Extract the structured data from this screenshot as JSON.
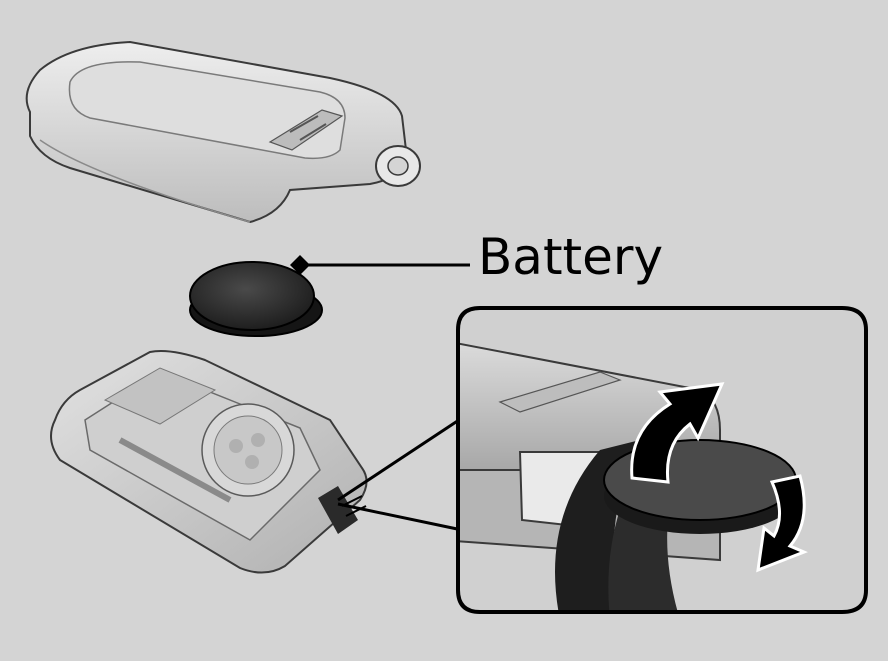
{
  "callout": {
    "label": "Battery"
  },
  "colors": {
    "background": "#d4d4d4",
    "body_light": "#e6e6e6",
    "body_mid": "#c4c4c4",
    "body_dark": "#9a9a9a",
    "outline": "#3a3a3a",
    "battery": "#2a2a2a",
    "arrow": "#000000",
    "inset_fill": "#d0d0d0"
  },
  "icons": [
    "key-fob-cover",
    "coin-battery",
    "key-fob-base",
    "flat-blade-tool",
    "rotate-up-arrow",
    "rotate-down-arrow"
  ]
}
